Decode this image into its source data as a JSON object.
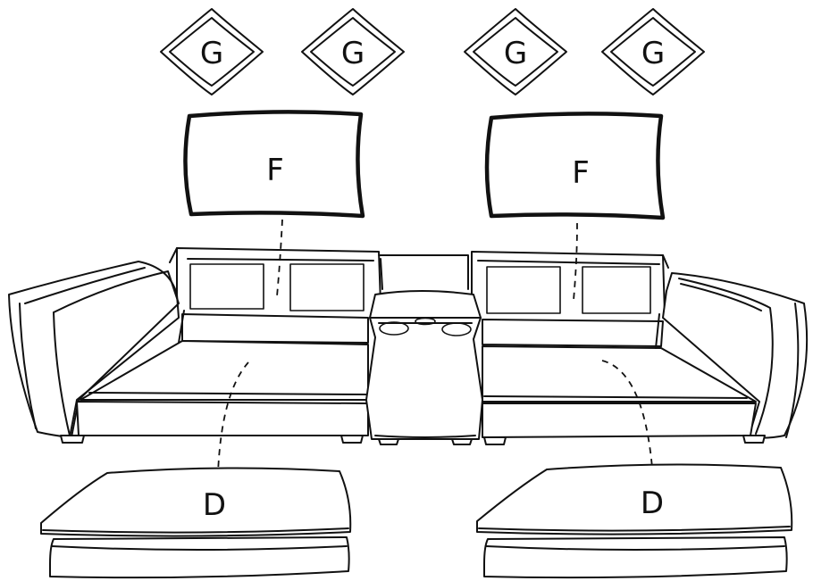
{
  "labels": {
    "throw_pillow": "G",
    "back_cushion": "F",
    "seat_cushion": "D"
  }
}
